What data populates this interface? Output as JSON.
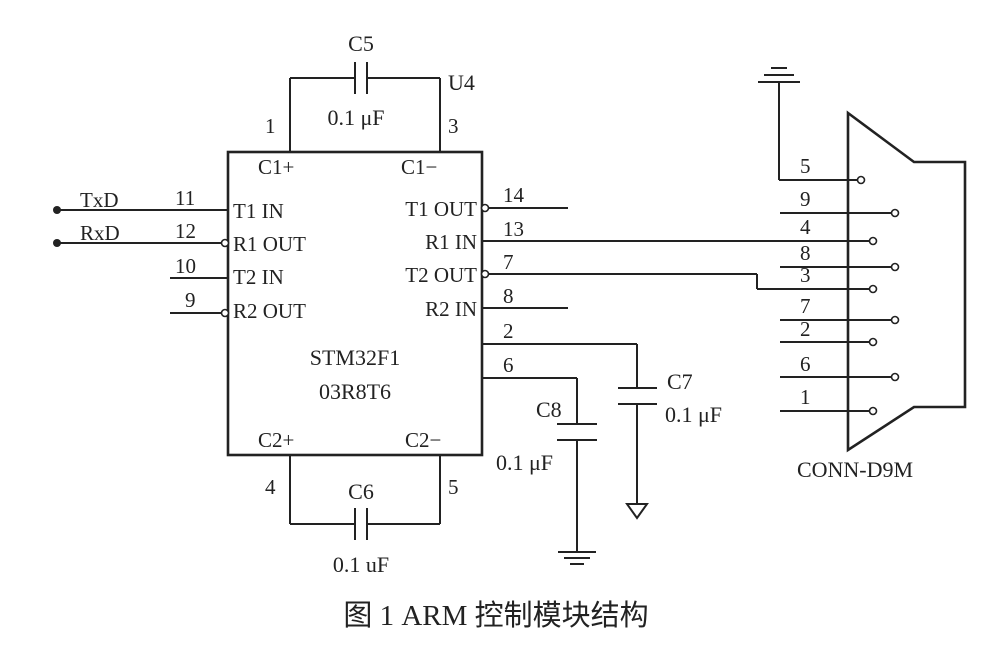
{
  "caption": "图 1   ARM 控制模块结构",
  "chip": {
    "ref": "U4",
    "part_line1": "STM32F1",
    "part_line2": "03R8T6",
    "pins": {
      "c1p": "C1+",
      "c1m": "C1−",
      "c2p": "C2+",
      "c2m": "C2−",
      "t1in": "T1 IN",
      "r1out": "R1 OUT",
      "t2in": "T2 IN",
      "r2out": "R2 OUT",
      "t1out": "T1 OUT",
      "r1in": "R1 IN",
      "t2out": "T2 OUT",
      "r2in": "R2 IN"
    },
    "pin_numbers": {
      "p1": "1",
      "p2": "2",
      "p3": "3",
      "p4": "4",
      "p5": "5",
      "p6": "6",
      "p7": "7",
      "p8": "8",
      "p9": "9",
      "p10": "10",
      "p11": "11",
      "p12": "12",
      "p13": "13",
      "p14": "14"
    }
  },
  "signals": {
    "txd": "TxD",
    "rxd": "RxD"
  },
  "capacitors": {
    "c5": {
      "ref": "C5",
      "value": "0.1 μF"
    },
    "c6": {
      "ref": "C6",
      "value": "0.1 uF"
    },
    "c7": {
      "ref": "C7",
      "value": "0.1 μF"
    },
    "c8": {
      "ref": "C8",
      "value": "0.1 μF"
    }
  },
  "connector": {
    "ref": "CONN-D9M",
    "pins": [
      "5",
      "9",
      "4",
      "8",
      "3",
      "7",
      "2",
      "6",
      "1"
    ]
  }
}
